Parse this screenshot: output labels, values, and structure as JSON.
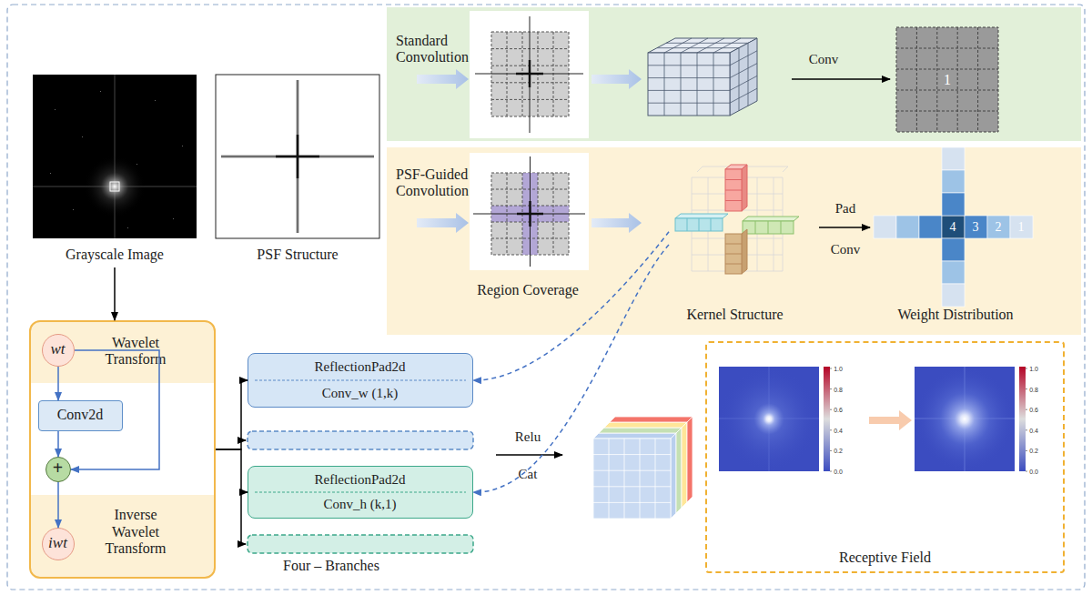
{
  "diagram": {
    "nodes": [
      {
        "text": [
          "Grayscale Image"
        ]
      },
      {
        "text": [
          "PSF Structure"
        ]
      },
      {
        "text": [
          "Standard Convolution"
        ]
      },
      {
        "text": [
          "PSF-Guided Convolution"
        ]
      },
      {
        "text": [
          "Kernel Structure"
        ],
        "in": 3
      },
      {
        "text": [
          "Wavelet Transform",
          "Inverse Wavelet Transform"
        ]
      },
      {
        "text": [
          "wt"
        ],
        "in": 5
      },
      {
        "text": [
          "Conv2d"
        ],
        "in": 5
      },
      {
        "text": [
          "+"
        ],
        "in": 5
      },
      {
        "text": [
          "iwt"
        ],
        "in": 5
      },
      {
        "text": [
          "ReflectionPad2d",
          "Conv_w (1,k)"
        ]
      },
      {
        "text": [
          "ReflectionPad2d",
          "Conv_h (k,1)"
        ]
      },
      {
        "text": [
          "Receptive Field"
        ]
      }
    ],
    "edges": [
      {
        "from": 0,
        "to": 5,
        "arrow": "to"
      },
      {
        "from": 6,
        "to": 7,
        "arrow": "to"
      },
      {
        "from": 7,
        "to": 8,
        "arrow": "to"
      },
      {
        "from": 6,
        "to": 8,
        "arrow": "to"
      },
      {
        "from": 8,
        "to": 9,
        "arrow": "to"
      },
      {
        "from": 5,
        "to": 10,
        "arrow": "to"
      },
      {
        "from": 5,
        "to": 11,
        "arrow": "to"
      },
      {
        "from": 4,
        "to": 10,
        "arrow": "to"
      },
      {
        "from": 4,
        "to": 11,
        "arrow": "to"
      }
    ],
    "labels": [
      "Conv",
      "1",
      "Region Coverage",
      "Pad",
      "Conv",
      "4",
      "3",
      "2",
      "1",
      "Weight Distribution",
      "Four – Branches",
      "Relu",
      "Cat",
      "1.0",
      "0.8",
      "0.6",
      "0.4",
      "0.2",
      "0.0",
      "1.0",
      "0.8",
      "0.6",
      "0.4",
      "0.2",
      "0.0"
    ]
  }
}
